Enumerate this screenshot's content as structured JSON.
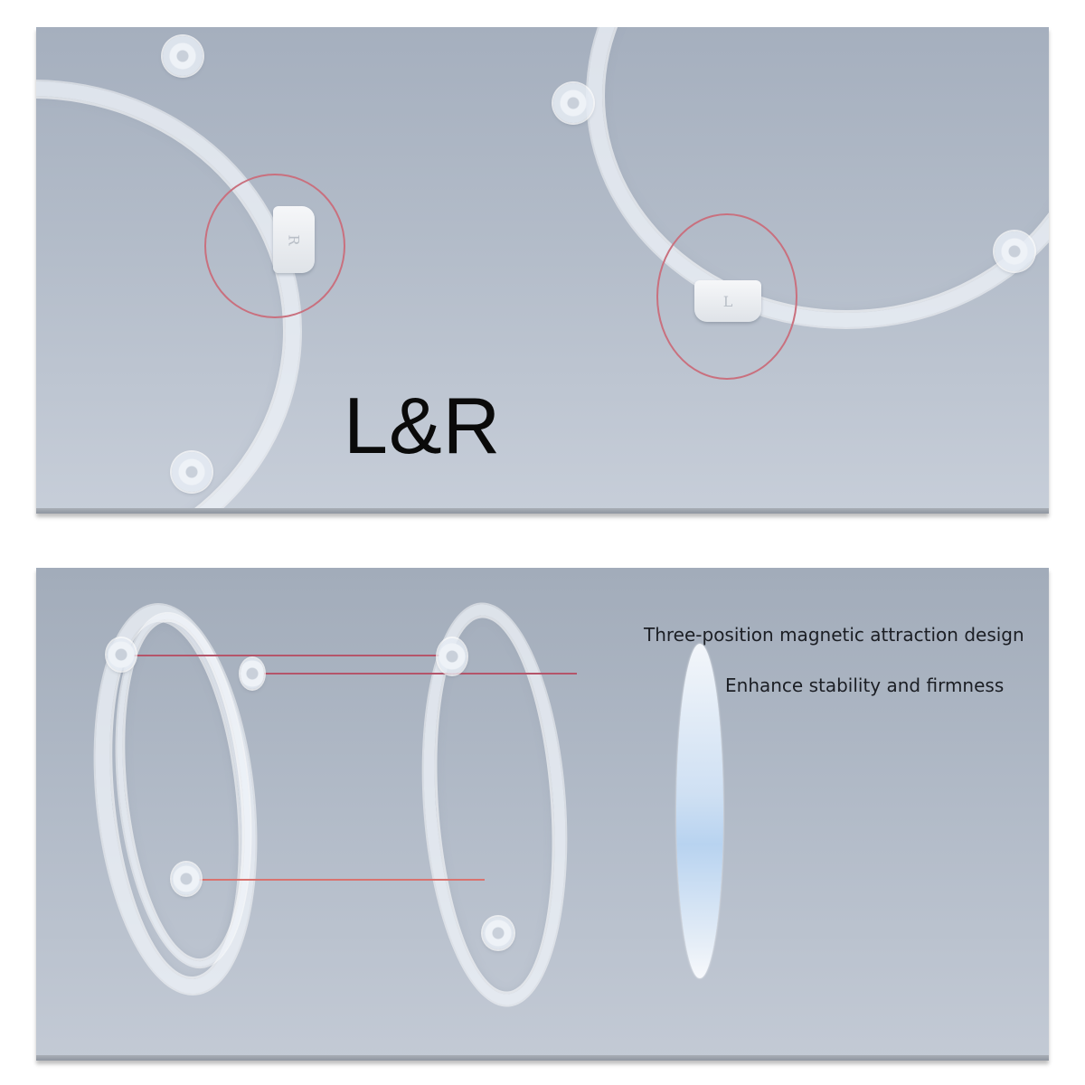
{
  "top_panel": {
    "label": "L&R",
    "right_ring_tab_letter": "R",
    "left_ring_tab_letter": "L",
    "highlight_color": "#c9707e"
  },
  "bottom_panel": {
    "features": [
      "Three-position magnetic attraction design",
      "Enhance stability and firmness"
    ],
    "connector_colors": [
      "#b5556a",
      "#b5556a",
      "#d9736f"
    ],
    "lens_tint": "#b8d3f0"
  }
}
